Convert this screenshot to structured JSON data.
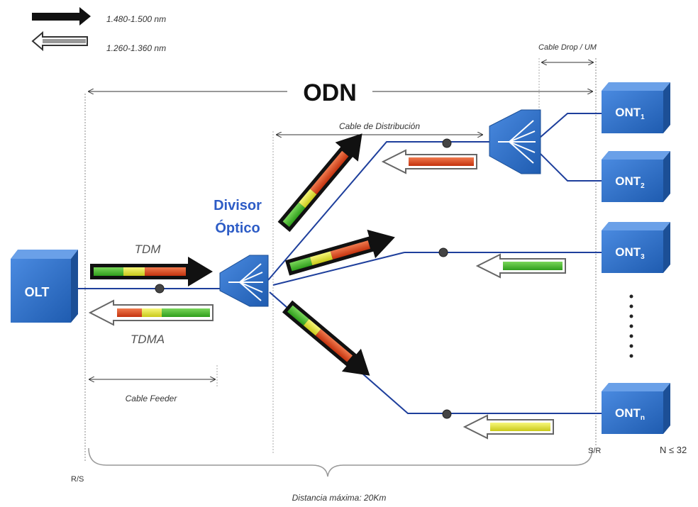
{
  "legend": {
    "downstream": "1.480-1.500 nm",
    "upstream": "1.260-1.360 nm"
  },
  "labels": {
    "odn": "ODN",
    "cable_drop": "Cable Drop / UM",
    "cable_distribucion": "Cable de Distribución",
    "divisor_line1": "Divisor",
    "divisor_line2": "Óptico",
    "tdm": "TDM",
    "tdma": "TDMA",
    "cable_feeder": "Cable Feeder",
    "distancia": "Distancia máxima: 20Km",
    "rs": "R/S",
    "sr": "S/R",
    "n_max": "N ≤ 32"
  },
  "nodes": {
    "olt": "OLT",
    "ont1_base": "ONT",
    "ont1_sub": "1",
    "ont2_base": "ONT",
    "ont2_sub": "2",
    "ont3_base": "ONT",
    "ont3_sub": "3",
    "ontn_base": "ONT",
    "ontn_sub": "n"
  },
  "colors": {
    "box": "#2f6fc4",
    "box_dark": "#1c4f96",
    "fiber": "#1e3f9c",
    "divisor_text": "#2d5cc6",
    "seg_green": "#3fbf2a",
    "seg_yellow": "#e6e629",
    "seg_red": "#e04a1c"
  }
}
